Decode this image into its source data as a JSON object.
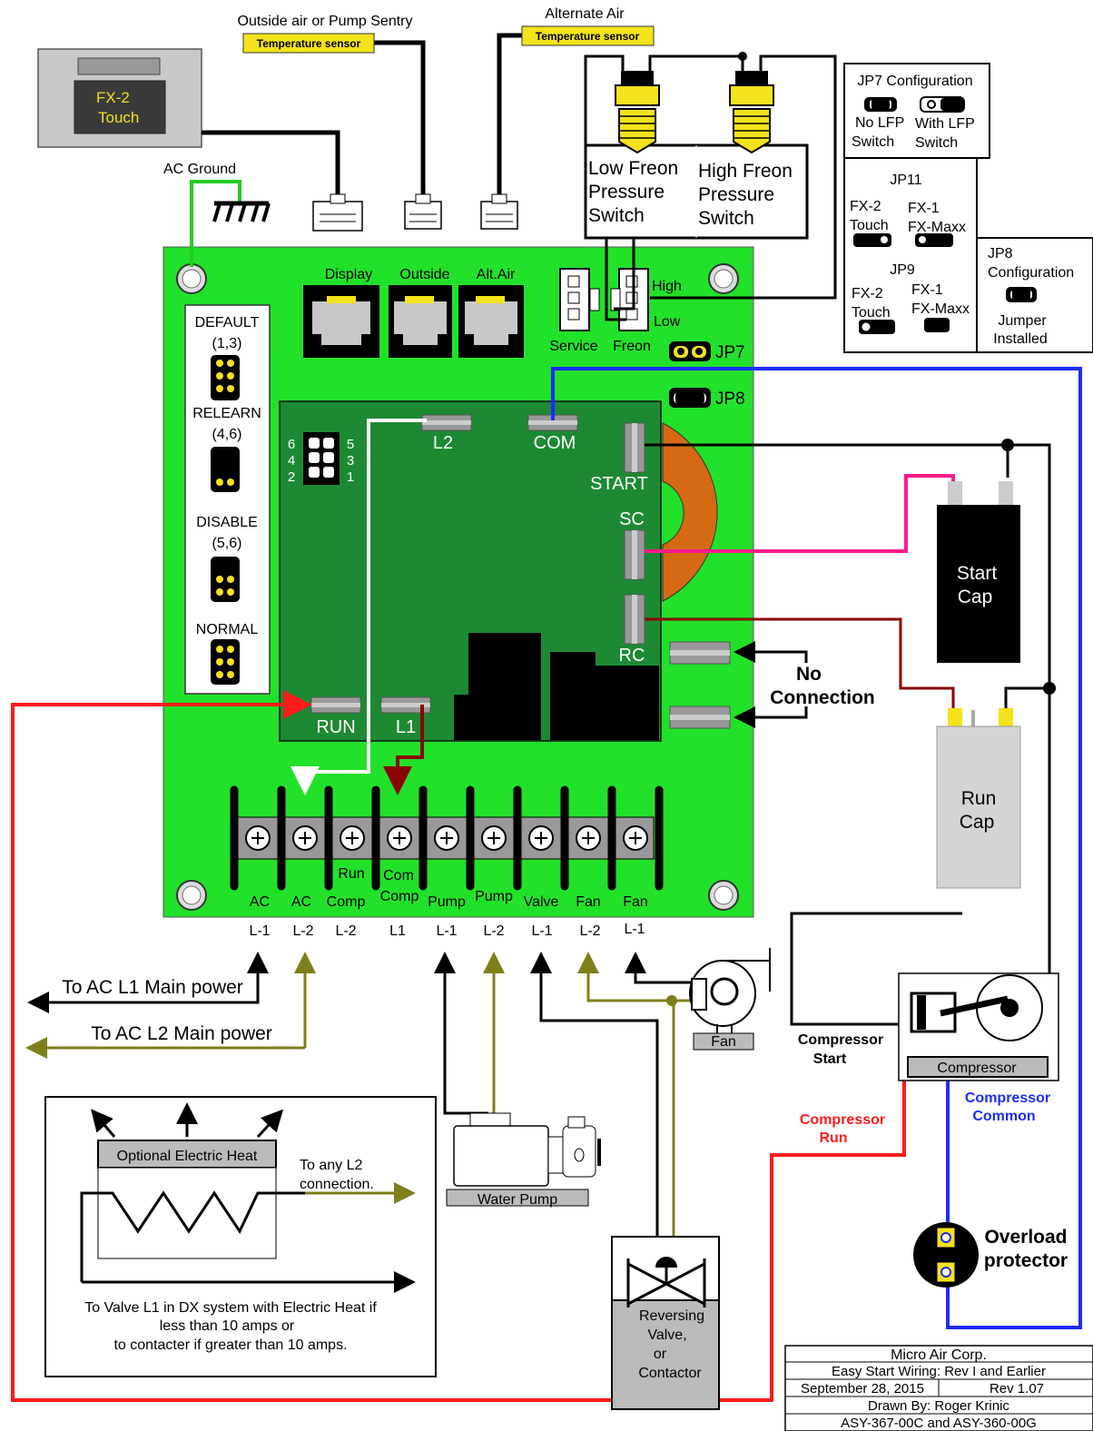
{
  "display_device": {
    "title_line1": "FX-2",
    "title_line2": "Touch"
  },
  "sensors": {
    "outside_label": "Outside air or Pump Sentry",
    "outside_tag": "Temperature sensor",
    "alt_label": "Alternate Air",
    "alt_tag": "Temperature sensor"
  },
  "ac_ground": "AC Ground",
  "switches": {
    "low": [
      "Low Freon",
      "Pressure",
      "Switch"
    ],
    "high": [
      "High Freon",
      "Pressure",
      "Switch"
    ]
  },
  "jp7": {
    "title": "JP7 Configuration",
    "no_lfp": [
      "No LFP",
      "Switch"
    ],
    "with_lfp": [
      "With LFP",
      "Switch"
    ]
  },
  "jp11": {
    "title": "JP11",
    "left": [
      "FX-2",
      "Touch"
    ],
    "right": [
      "FX-1",
      "FX-Maxx"
    ]
  },
  "jp9": {
    "title": "JP9",
    "left": [
      "FX-2",
      "Touch"
    ],
    "right": [
      "FX-1",
      "FX-Maxx"
    ]
  },
  "jp8": {
    "title": [
      "JP8",
      "Configuration"
    ],
    "caption": [
      "Jumper",
      "Installed"
    ]
  },
  "board": {
    "ports": [
      "Display",
      "Outside",
      "Alt.Air"
    ],
    "service": "Service",
    "freon": "Freon",
    "high": "High",
    "low": "Low",
    "jp7": "JP7",
    "jp8": "JP8",
    "modes": [
      {
        "name": "DEFAULT",
        "pins": "(1,3)"
      },
      {
        "name": "RELEARN",
        "pins": "(4,6)"
      },
      {
        "name": "DISABLE",
        "pins": "(5,6)"
      },
      {
        "name": "NORMAL",
        "pins": ""
      }
    ],
    "pin_numbers": {
      "left": [
        "6",
        "4",
        "2"
      ],
      "right": [
        "5",
        "3",
        "1"
      ]
    },
    "relay": {
      "l2": "L2",
      "com": "COM",
      "start": "START",
      "sc": "SC",
      "rc": "RC",
      "run": "RUN",
      "l1": "L1"
    },
    "terminals": [
      {
        "top": "",
        "name": "AC",
        "line": "L-1"
      },
      {
        "top": "",
        "name": "AC",
        "line": "L-2"
      },
      {
        "top": "Run",
        "name": "Comp",
        "line": "L-2"
      },
      {
        "top": "Com",
        "name": "Comp",
        "line": "L1"
      },
      {
        "top": "",
        "name": "Pump",
        "line": "L-1"
      },
      {
        "top": "",
        "name": "Pump",
        "line": "L-2"
      },
      {
        "top": "",
        "name": "Valve",
        "line": "L-1"
      },
      {
        "top": "",
        "name": "Fan",
        "line": "L-2"
      },
      {
        "top": "",
        "name": "Fan",
        "line": "L-1"
      }
    ]
  },
  "no_connection": [
    "No",
    "Connection"
  ],
  "start_cap": [
    "Start",
    "Cap"
  ],
  "run_cap": [
    "Run",
    "Cap"
  ],
  "power": {
    "l1": "To AC L1 Main power",
    "l2": "To AC L2 Main power"
  },
  "fan": "Fan",
  "compressor": {
    "label": "Compressor",
    "start": [
      "Compressor",
      "Start"
    ],
    "run": [
      "Compressor",
      "Run"
    ],
    "common": [
      "Compressor",
      "Common"
    ]
  },
  "overload": [
    "Overload",
    "protector"
  ],
  "water_pump": "Water Pump",
  "valve": [
    "Reversing",
    "Valve,",
    "or",
    "Contactor"
  ],
  "electric_heat": {
    "title": "Optional Electric Heat",
    "to_l2": [
      "To any L2",
      "connection."
    ],
    "note": [
      "To Valve L1 in DX system with Electric Heat if",
      "less than 10 amps or",
      "to contacter if greater than 10 amps."
    ]
  },
  "title_block": {
    "company": "Micro Air Corp.",
    "title": "Easy Start Wiring: Rev I and Earlier",
    "date": "September 28, 2015",
    "rev": "Rev 1.07",
    "drawn": "Drawn By: Roger Krinic",
    "parts": "ASY-367-00C and ASY-360-00G"
  },
  "colors": {
    "board": "#22e12a",
    "board_dark": "#1d8a33",
    "wire_red": "#ff1a1a",
    "wire_blue": "#1c2cff",
    "wire_pink": "#ff1a8c",
    "wire_darkred": "#8b0000",
    "wire_olive": "#7f7f1a",
    "wire_green": "#22cc22",
    "cap_black": "#000000",
    "yellow": "#f4e21b",
    "toroid": "#d46a14"
  }
}
